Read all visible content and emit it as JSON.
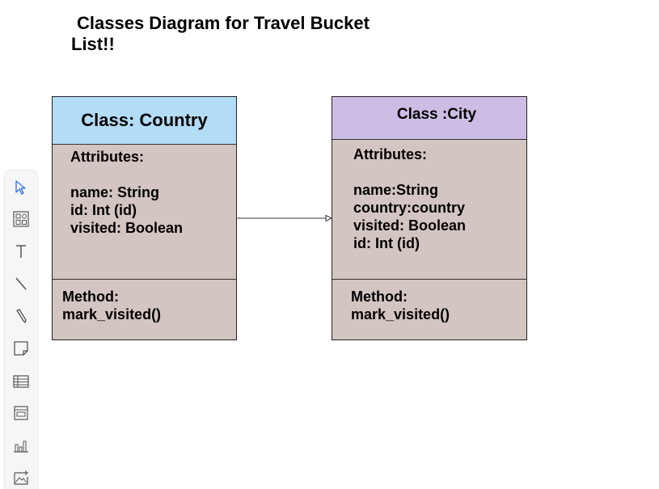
{
  "title": {
    "line1": "Classes Diagram for Travel Bucket",
    "line2": "List!!"
  },
  "classes": {
    "country": {
      "name": "Class: Country",
      "attributes_label": "Attributes:",
      "attributes": [
        "name: String",
        "id: Int (id)",
        "visited: Boolean"
      ],
      "methods_label": "Method:",
      "methods": [
        "mark_visited()"
      ]
    },
    "city": {
      "name": "Class :City",
      "attributes_label": "Attributes:",
      "attributes": [
        "name:String",
        "country:country",
        "visited: Boolean",
        "id: Int (id)"
      ],
      "methods_label": "Method:",
      "methods": [
        "mark_visited()"
      ]
    }
  },
  "toolbar": {
    "tools": [
      "pointer-icon",
      "shapes-icon",
      "text-icon",
      "line-icon",
      "pen-icon",
      "sticky-note-icon",
      "table-icon",
      "container-icon",
      "chart-icon",
      "image-add-icon"
    ],
    "accent": "#3b7bea"
  },
  "colors": {
    "country_header": "#b3dcf6",
    "city_header": "#cdbde5",
    "class_body": "#d3c5c2"
  }
}
